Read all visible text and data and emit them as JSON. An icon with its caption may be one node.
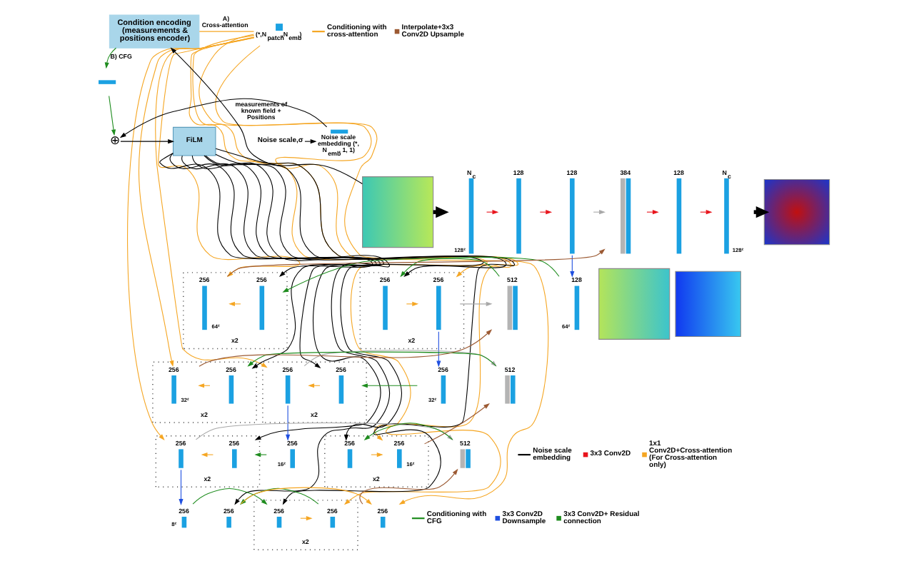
{
  "diagram": {
    "nodes": [
      {
        "text": [
          "Condition encoding (measurements & positions encoder)"
        ]
      },
      {
        "text": [],
        "shape": "bar",
        "beside": [
          "(*,N$_{patch}$,N$_{emb}$)"
        ]
      },
      {
        "text": [],
        "shape": "bar"
      },
      {
        "text": [
          "Noise scale,σ"
        ]
      },
      {
        "text": [],
        "shape": "bar",
        "beside": [
          "Noise scale embedding (*, N$_{emb}$, 1, 1)"
        ]
      },
      {
        "text": [
          "⊕"
        ]
      },
      {
        "text": [
          "FiLM"
        ]
      },
      {
        "text": [],
        "shape": "picture"
      },
      {
        "text": [],
        "shape": "picture"
      },
      {
        "text": [
          "N$_{c}$"
        ],
        "beside": [
          "128²"
        ]
      },
      {
        "text": [
          "128"
        ]
      },
      {
        "text": [
          "128"
        ]
      },
      {
        "text": [
          "128"
        ],
        "beside": [
          "64²"
        ]
      },
      {
        "text": [
          "x2"
        ]
      },
      {
        "text": [
          "256"
        ],
        "in": 13
      },
      {
        "text": [
          "256"
        ],
        "in": 13
      },
      {
        "text": [
          "256"
        ],
        "beside": [
          "32²"
        ]
      },
      {
        "text": [
          "x2"
        ]
      },
      {
        "text": [
          "256"
        ],
        "in": 17
      },
      {
        "text": [
          "256"
        ],
        "in": 17
      },
      {
        "text": [
          "256"
        ],
        "beside": [
          "16²"
        ]
      },
      {
        "text": [
          "x2"
        ]
      },
      {
        "text": [
          "256"
        ],
        "in": 21
      },
      {
        "text": [
          "256"
        ],
        "in": 21
      },
      {
        "text": [
          "256"
        ],
        "beside": [
          "8²"
        ]
      },
      {
        "text": [
          "x2"
        ]
      },
      {
        "text": [
          "256"
        ],
        "in": 25
      },
      {
        "text": [
          "256"
        ],
        "in": 25
      },
      {
        "text": [
          "256"
        ]
      },
      {
        "text": [
          "256"
        ]
      },
      {
        "text": [
          "512"
        ]
      },
      {
        "text": [
          "x2"
        ]
      },
      {
        "text": [
          "256"
        ],
        "in": 31
      },
      {
        "text": [
          "256"
        ],
        "in": 31,
        "beside": [
          "16²"
        ]
      },
      {
        "text": [
          "512"
        ]
      },
      {
        "text": [
          "x2"
        ]
      },
      {
        "text": [
          "256"
        ],
        "in": 35
      },
      {
        "text": [
          "256"
        ],
        "in": 35,
        "beside": [
          "32²"
        ]
      },
      {
        "text": [
          "512"
        ]
      },
      {
        "text": [
          "x2"
        ]
      },
      {
        "text": [
          "256"
        ],
        "in": 39
      },
      {
        "text": [
          "256"
        ],
        "in": 39,
        "beside": [
          "64²"
        ]
      },
      {
        "text": [
          "384"
        ]
      },
      {
        "text": [
          "128"
        ]
      },
      {
        "text": [
          "N$_{c}$"
        ],
        "beside": [
          "128²"
        ]
      },
      {
        "text": [],
        "shape": "picture"
      },
      {
        "text": [],
        "shape": "picture"
      }
    ],
    "edges": [
      {
        "from": 7,
        "to": 0,
        "arrow": "to",
        "label": "measurements of known field + Positions",
        "color": "#000000"
      },
      {
        "from": 0,
        "to": 1,
        "arrow": "none",
        "label": "A) Cross-attention",
        "color": "#f5a623"
      },
      {
        "from": 0,
        "to": 2,
        "arrow": "to",
        "label": "B) CFG",
        "color": "#1e8c1e"
      },
      {
        "from": 3,
        "to": 4,
        "arrow": "to",
        "color": "#000000"
      },
      {
        "from": 4,
        "to": 5,
        "arrow": "to",
        "color": "#000000"
      },
      {
        "from": 2,
        "to": 5,
        "arrow": "to",
        "color": "#1e8c1e"
      },
      {
        "from": 5,
        "to": 6,
        "arrow": "to",
        "color": "#000000"
      },
      {
        "from": 7,
        "to": 9,
        "arrow": "to",
        "style": "thick",
        "color": "#000000"
      },
      {
        "from": 9,
        "to": 10,
        "arrow": "to",
        "color": "#e8141c"
      },
      {
        "from": 10,
        "to": 11,
        "arrow": "to",
        "color": "#e8141c"
      },
      {
        "from": 11,
        "to": 12,
        "arrow": "to",
        "color": "#1f4fe0"
      },
      {
        "from": 12,
        "to": 14,
        "arrow": "to",
        "color": "#1e8c1e"
      },
      {
        "from": 14,
        "to": 15,
        "arrow": "to",
        "color": "#f5a623"
      },
      {
        "from": 15,
        "to": 16,
        "arrow": "to",
        "color": "#1f4fe0"
      },
      {
        "from": 16,
        "to": 18,
        "arrow": "to",
        "color": "#1e8c1e"
      },
      {
        "from": 18,
        "to": 19,
        "arrow": "to",
        "color": "#f5a623"
      },
      {
        "from": 19,
        "to": 20,
        "arrow": "to",
        "color": "#1f4fe0"
      },
      {
        "from": 20,
        "to": 22,
        "arrow": "to",
        "color": "#1e8c1e"
      },
      {
        "from": 22,
        "to": 23,
        "arrow": "to",
        "color": "#f5a623"
      },
      {
        "from": 23,
        "to": 24,
        "arrow": "to",
        "color": "#1f4fe0"
      },
      {
        "from": 24,
        "to": 26,
        "arrow": "to",
        "color": "#1e8c1e"
      },
      {
        "from": 26,
        "to": 27,
        "arrow": "to",
        "color": "#f5a623"
      },
      {
        "from": 27,
        "to": 28,
        "arrow": "to",
        "color": "#1e8c1e"
      },
      {
        "from": 28,
        "to": 29,
        "arrow": "to",
        "color": "#f5a623"
      },
      {
        "from": 29,
        "to": 30,
        "arrow": "to",
        "color": "#9c5a33"
      },
      {
        "from": 30,
        "to": 32,
        "arrow": "to",
        "color": "#1e8c1e"
      },
      {
        "from": 32,
        "to": 33,
        "arrow": "to",
        "color": "#f5a623"
      },
      {
        "from": 33,
        "to": 34,
        "arrow": "to",
        "color": "#9c5a33"
      },
      {
        "from": 34,
        "to": 36,
        "arrow": "to",
        "color": "#1e8c1e"
      },
      {
        "from": 36,
        "to": 37,
        "arrow": "to",
        "color": "#f5a623"
      },
      {
        "from": 37,
        "to": 38,
        "arrow": "to",
        "color": "#9c5a33"
      },
      {
        "from": 38,
        "to": 40,
        "arrow": "to",
        "color": "#1e8c1e"
      },
      {
        "from": 40,
        "to": 41,
        "arrow": "to",
        "color": "#f5a623"
      },
      {
        "from": 41,
        "to": 42,
        "arrow": "to",
        "color": "#9c5a33"
      },
      {
        "from": 42,
        "to": 43,
        "arrow": "to",
        "color": "#e8141c"
      },
      {
        "from": 43,
        "to": 44,
        "arrow": "to",
        "color": "#e8141c"
      },
      {
        "from": 44,
        "to": 45,
        "arrow": "to",
        "style": "thick",
        "color": "#000000"
      },
      {
        "from": 11,
        "to": 42,
        "arrow": "to",
        "color": "#a8a8a8"
      },
      {
        "from": 15,
        "to": 38,
        "arrow": "to",
        "color": "#a8a8a8"
      },
      {
        "from": 19,
        "to": 34,
        "arrow": "to",
        "color": "#a8a8a8"
      },
      {
        "from": 23,
        "to": 30,
        "arrow": "to",
        "color": "#a8a8a8"
      },
      {
        "from": 6,
        "to": 14,
        "arrow": "to",
        "color": "#000000"
      },
      {
        "from": 6,
        "to": 18,
        "arrow": "to",
        "color": "#000000"
      },
      {
        "from": 6,
        "to": 22,
        "arrow": "to",
        "color": "#000000"
      },
      {
        "from": 6,
        "to": 26,
        "arrow": "to",
        "color": "#000000"
      },
      {
        "from": 6,
        "to": 28,
        "arrow": "to",
        "color": "#000000"
      },
      {
        "from": 6,
        "to": 32,
        "arrow": "to",
        "color": "#000000"
      },
      {
        "from": 6,
        "to": 36,
        "arrow": "to",
        "color": "#000000"
      },
      {
        "from": 6,
        "to": 40,
        "arrow": "to",
        "color": "#000000"
      },
      {
        "from": 1,
        "to": 15,
        "arrow": "to",
        "color": "#f5a623"
      },
      {
        "from": 1,
        "to": 19,
        "arrow": "to",
        "color": "#f5a623"
      },
      {
        "from": 1,
        "to": 23,
        "arrow": "to",
        "color": "#f5a623"
      },
      {
        "from": 1,
        "to": 27,
        "arrow": "to",
        "color": "#f5a623"
      },
      {
        "from": 1,
        "to": 29,
        "arrow": "to",
        "color": "#f5a623"
      },
      {
        "from": 1,
        "to": 33,
        "arrow": "to",
        "color": "#f5a623"
      },
      {
        "from": 1,
        "to": 37,
        "arrow": "to",
        "color": "#f5a623"
      },
      {
        "from": 1,
        "to": 41,
        "arrow": "to",
        "color": "#f5a623"
      }
    ],
    "legend": [
      {
        "text": "Noise scale embedding"
      },
      {
        "text": "Conditioning with CFG"
      },
      {
        "text": "Conditioning with cross-attention"
      },
      {
        "text": "3x3 Conv2D"
      },
      {
        "text": "3x3 Conv2D Downsample"
      },
      {
        "text": "Interpolate+3x3 Conv2D Upsample"
      },
      {
        "text": "1x1 Conv2D+Cross-attention (For Cross-attention only)"
      },
      {
        "text": "3x3 Conv2D+ Residual connection"
      }
    ]
  }
}
